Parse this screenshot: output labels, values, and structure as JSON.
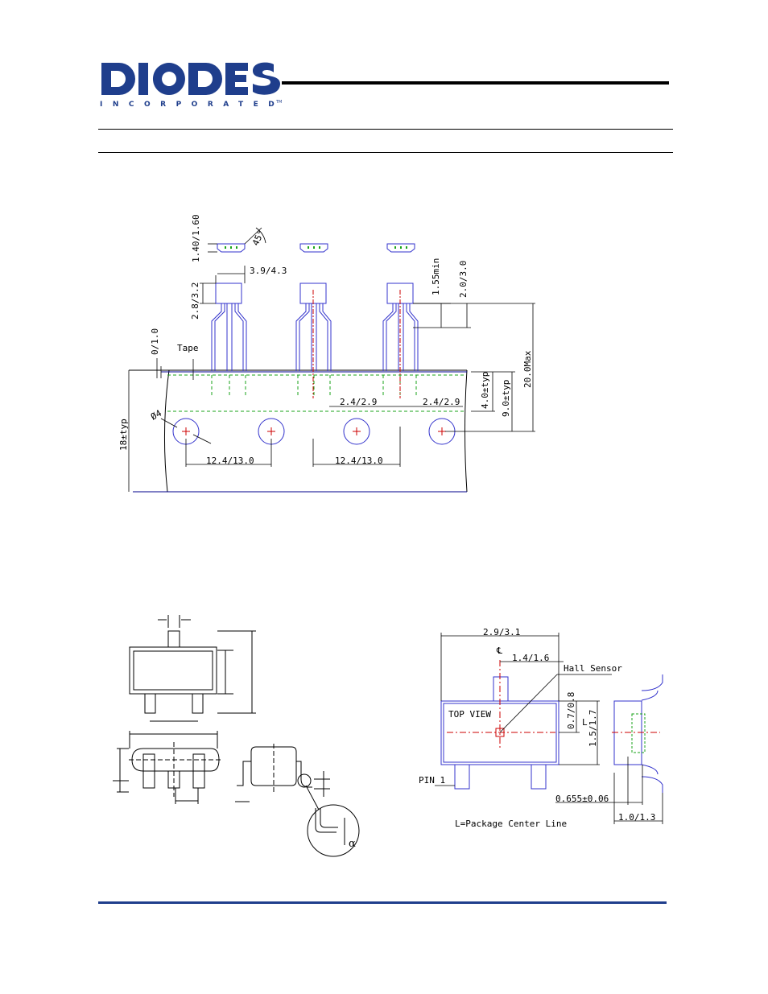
{
  "header": {
    "logo_text": "DIODES",
    "logo_subtext": "INCORPORATED",
    "trademark": "TM",
    "brand_color": "#1f3e8c"
  },
  "tape_drawing": {
    "dims": {
      "d_1_40_1_60": "1.40/1.60",
      "angle_45": "45°",
      "d_3_9_4_3": "3.9/4.3",
      "d_2_8_3_2": "2.8/3.2",
      "d_1_55min": "1.55min",
      "d_2_0_3_0": "2.0/3.0",
      "d_0_1_0": "0/1.0",
      "tape_label": "Tape",
      "d_20max": "20.0Max",
      "d_4_0typ": "4.0±typ",
      "d_9_0typ": "9.0±typ",
      "d_2_4_2_9_a": "2.4/2.9",
      "d_2_4_2_9_b": "2.4/2.9",
      "d_phi4": "Ø4",
      "d_18typ": "18±typ",
      "d_12_4_13_0_a": "12.4/13.0",
      "d_12_4_13_0_b": "12.4/13.0"
    }
  },
  "hall_drawing": {
    "dims": {
      "d_2_9_3_1": "2.9/3.1",
      "cl_symbol": "℄",
      "d_1_4_1_6": "1.4/1.6",
      "hall_sensor": "Hall Sensor",
      "top_view": "TOP VIEW",
      "d_0_7_0_8": "0.7/0.8",
      "l_label": "L",
      "d_1_5_1_7": "1.5/1.7",
      "pin1": "PIN 1",
      "d_0_655": "0.655±0.06",
      "d_1_0_1_3": "1.0/1.3",
      "legend": "L=Package Center Line"
    }
  },
  "sot_drawing": {
    "alpha": "α"
  }
}
